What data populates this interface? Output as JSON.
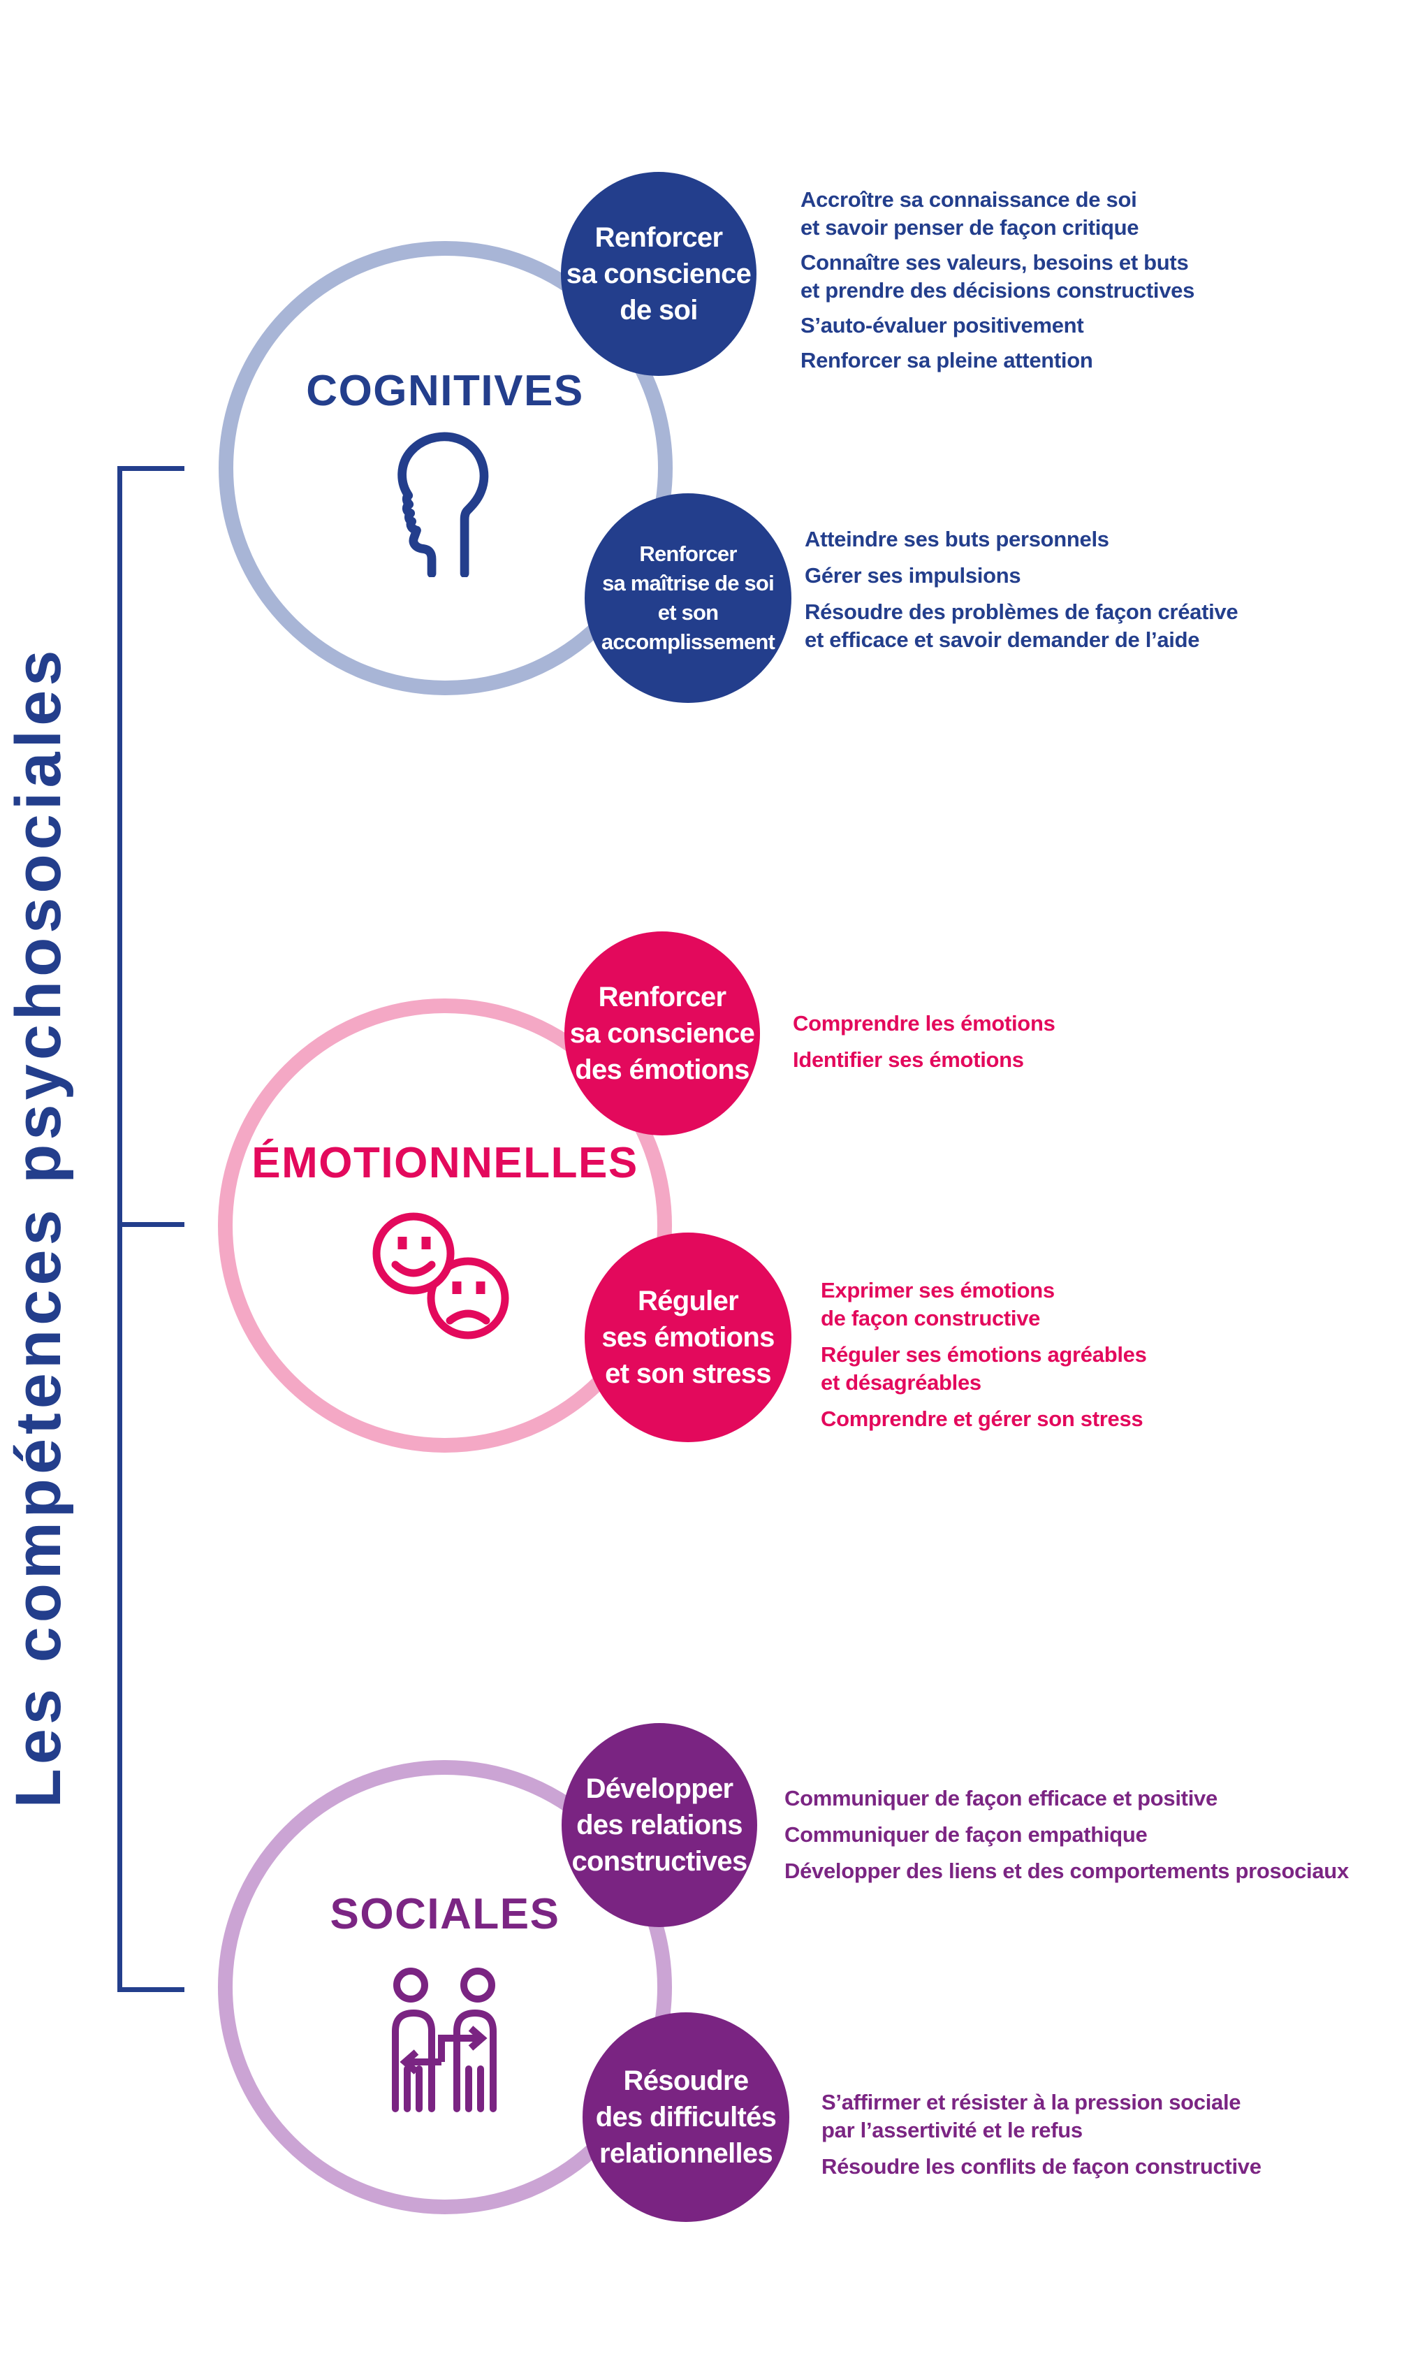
{
  "title": "Les compétences psychosociales",
  "colors": {
    "blue": "#233E8C",
    "light_blue": "#A8B5D6",
    "pink": "#E3095C",
    "light_pink": "#F4A8C5",
    "purple": "#7A2482",
    "light_purple": "#CBA4D4",
    "white": "#FFFFFF"
  },
  "sections": [
    {
      "label": "COGNITIVES",
      "icon": "head-profile-icon",
      "circle1_lines": [
        "Renforcer",
        "sa conscience",
        "de soi"
      ],
      "circle2_lines": [
        "Renforcer",
        "sa maîtrise de soi",
        "et son",
        "accomplissement"
      ],
      "bullets1": [
        {
          "lines": [
            "Accroître sa connaissance de soi",
            "et savoir penser de façon critique"
          ]
        },
        {
          "lines": [
            "Connaître ses valeurs, besoins et buts",
            "et prendre des décisions constructives"
          ]
        },
        {
          "lines": [
            "S’auto-évaluer positivement"
          ]
        },
        {
          "lines": [
            "Renforcer sa pleine attention"
          ]
        }
      ],
      "bullets2": [
        {
          "lines": [
            "Atteindre ses buts personnels"
          ]
        },
        {
          "lines": [
            "Gérer ses impulsions"
          ]
        },
        {
          "lines": [
            "Résoudre des problèmes de façon créative",
            "et efficace et savoir demander de l’aide"
          ]
        }
      ]
    },
    {
      "label": "ÉMOTIONNELLES",
      "icon": "happy-sad-smileys-icon",
      "circle1_lines": [
        "Renforcer",
        "sa conscience",
        "des émotions"
      ],
      "circle2_lines": [
        "Réguler",
        "ses émotions",
        "et son stress"
      ],
      "bullets1": [
        {
          "lines": [
            "Comprendre les émotions"
          ]
        },
        {
          "lines": [
            "Identifier ses émotions"
          ]
        }
      ],
      "bullets2": [
        {
          "lines": [
            "Exprimer ses émotions",
            "de façon constructive"
          ]
        },
        {
          "lines": [
            "Réguler ses émotions agréables",
            "et désagréables"
          ]
        },
        {
          "lines": [
            "Comprendre et gérer son stress"
          ]
        }
      ]
    },
    {
      "label": "SOCIALES",
      "icon": "two-people-exchange-icon",
      "circle1_lines": [
        "Développer",
        "des relations",
        "constructives"
      ],
      "circle2_lines": [
        "Résoudre",
        "des difficultés",
        "relationnelles"
      ],
      "bullets1": [
        {
          "lines": [
            "Communiquer de façon efficace et positive"
          ]
        },
        {
          "lines": [
            "Communiquer de façon empathique"
          ]
        },
        {
          "lines": [
            "Développer des liens et des comportements prosociaux"
          ]
        }
      ],
      "bullets2": [
        {
          "lines": [
            "S’affirmer et résister à la pression sociale",
            "par l’assertivité et le refus"
          ]
        },
        {
          "lines": [
            "Résoudre les conflits de façon constructive"
          ]
        }
      ]
    }
  ]
}
